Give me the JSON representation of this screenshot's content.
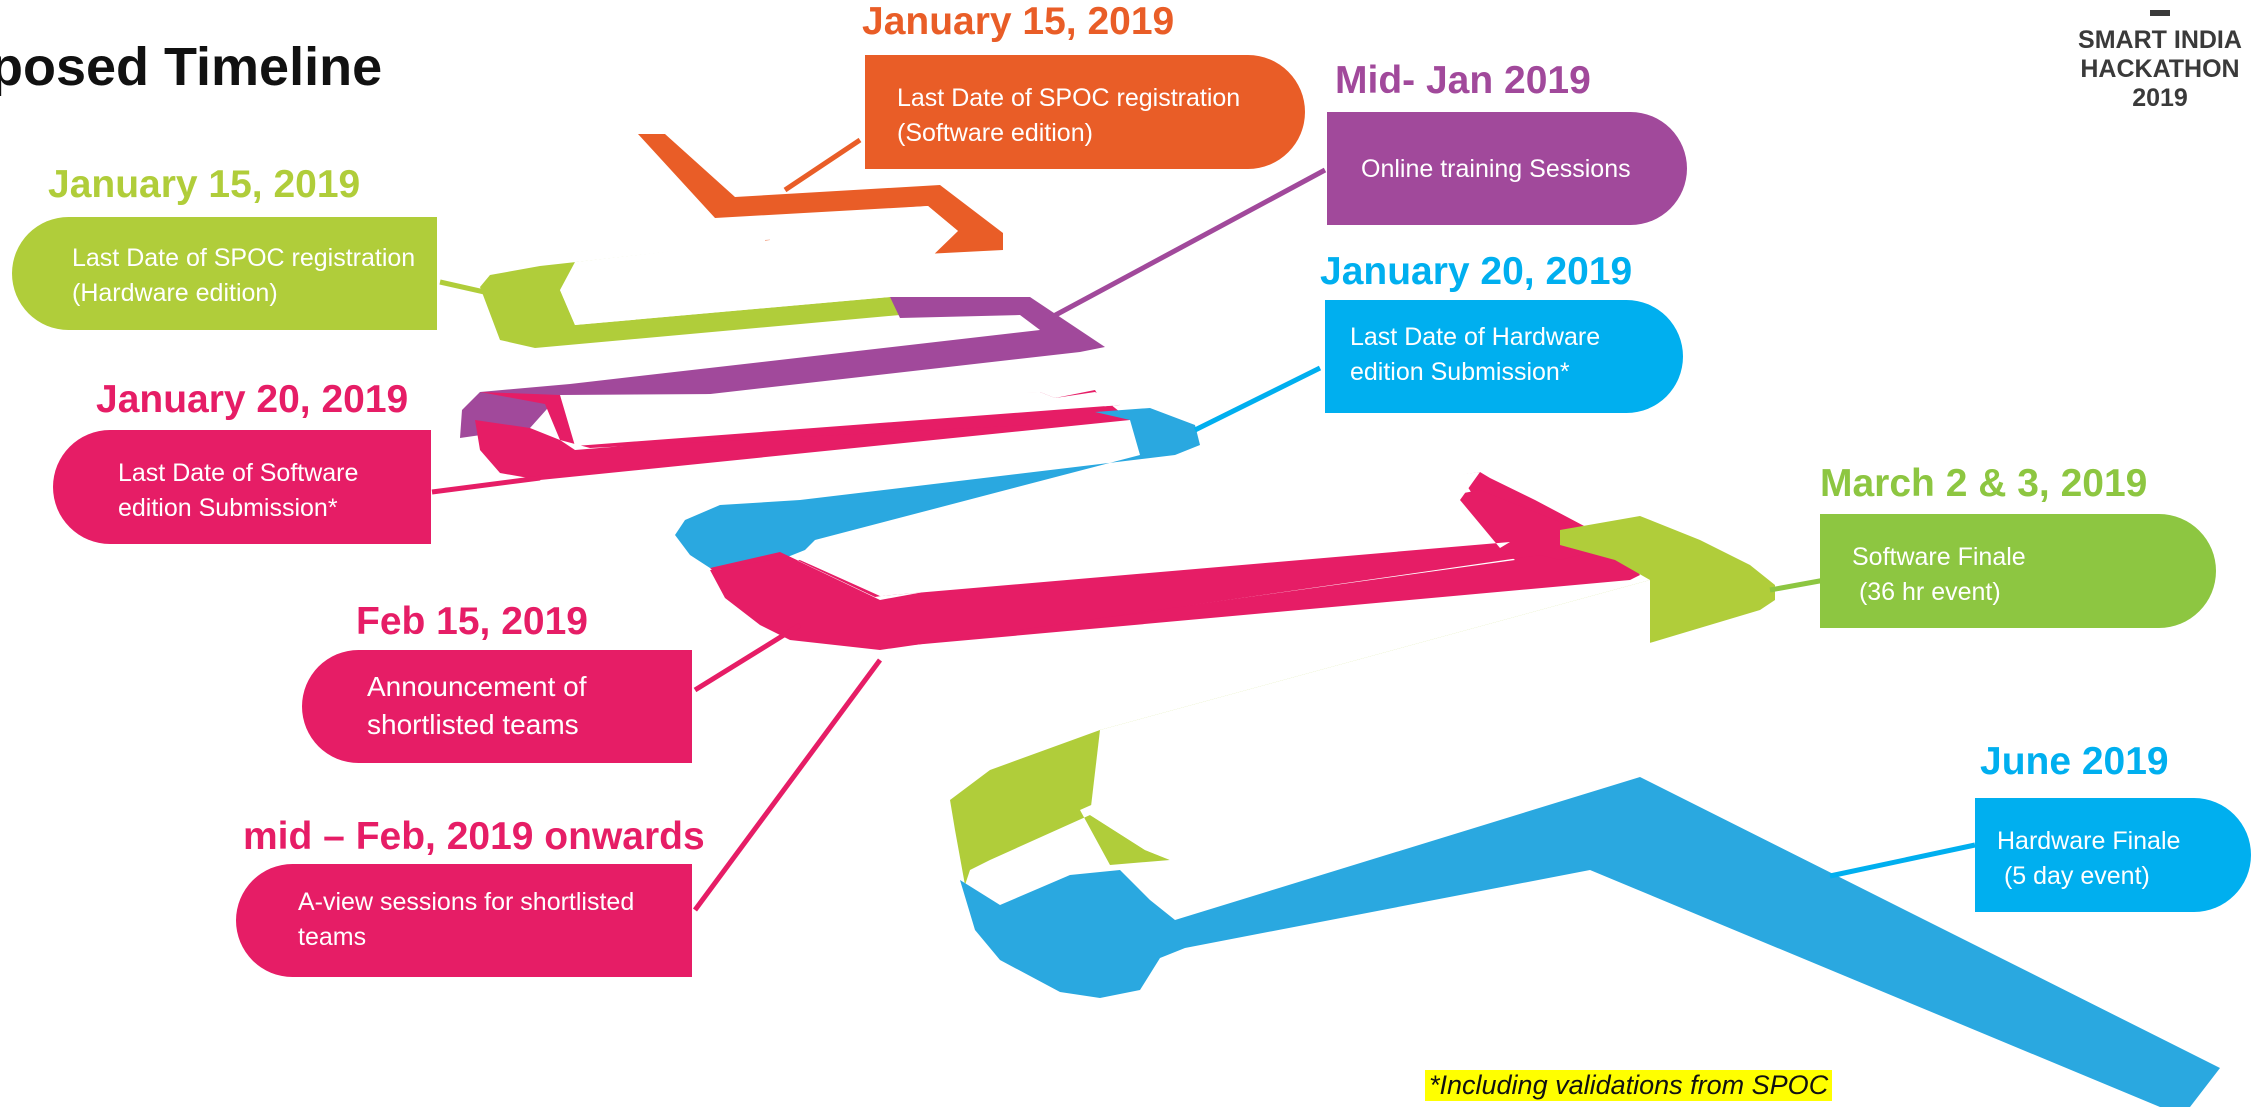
{
  "page_title": "posed Timeline",
  "logo": {
    "line1": "SMART INDIA",
    "line2": "HACKATHON",
    "line3": "2019"
  },
  "colors": {
    "orange": "#e95d27",
    "lime": "#b0cd3a",
    "purple": "#a1499b",
    "pink": "#e61d66",
    "blue": "#2aa8e0",
    "cyan": "#00afef",
    "green": "#8dc641",
    "highlight": "#ffff00"
  },
  "milestones": [
    {
      "date": "January 15, 2019",
      "lines": [
        "Last Date of SPOC registration",
        "(Software edition)"
      ]
    },
    {
      "date": "Mid- Jan 2019",
      "lines": [
        "Online training Sessions"
      ]
    },
    {
      "date": "January 15, 2019",
      "lines": [
        "Last Date of SPOC registration",
        "(Hardware edition)"
      ]
    },
    {
      "date": "January 20, 2019",
      "lines": [
        "Last Date of Hardware",
        "edition Submission*"
      ]
    },
    {
      "date": "January 20, 2019",
      "lines": [
        "Last Date of Software",
        "edition Submission*"
      ]
    },
    {
      "date": "March 2 & 3, 2019",
      "lines": [
        "Software Finale",
        " (36 hr event)"
      ]
    },
    {
      "date": "Feb 15, 2019",
      "lines": [
        "Announcement of",
        "shortlisted teams"
      ]
    },
    {
      "date": "June 2019",
      "lines": [
        "Hardware Finale",
        " (5 day event)"
      ]
    },
    {
      "date": "mid – Feb, 2019 onwards",
      "lines": [
        "A-view sessions for shortlisted",
        "teams"
      ]
    }
  ],
  "footnote": "*Including validations from SPOC"
}
